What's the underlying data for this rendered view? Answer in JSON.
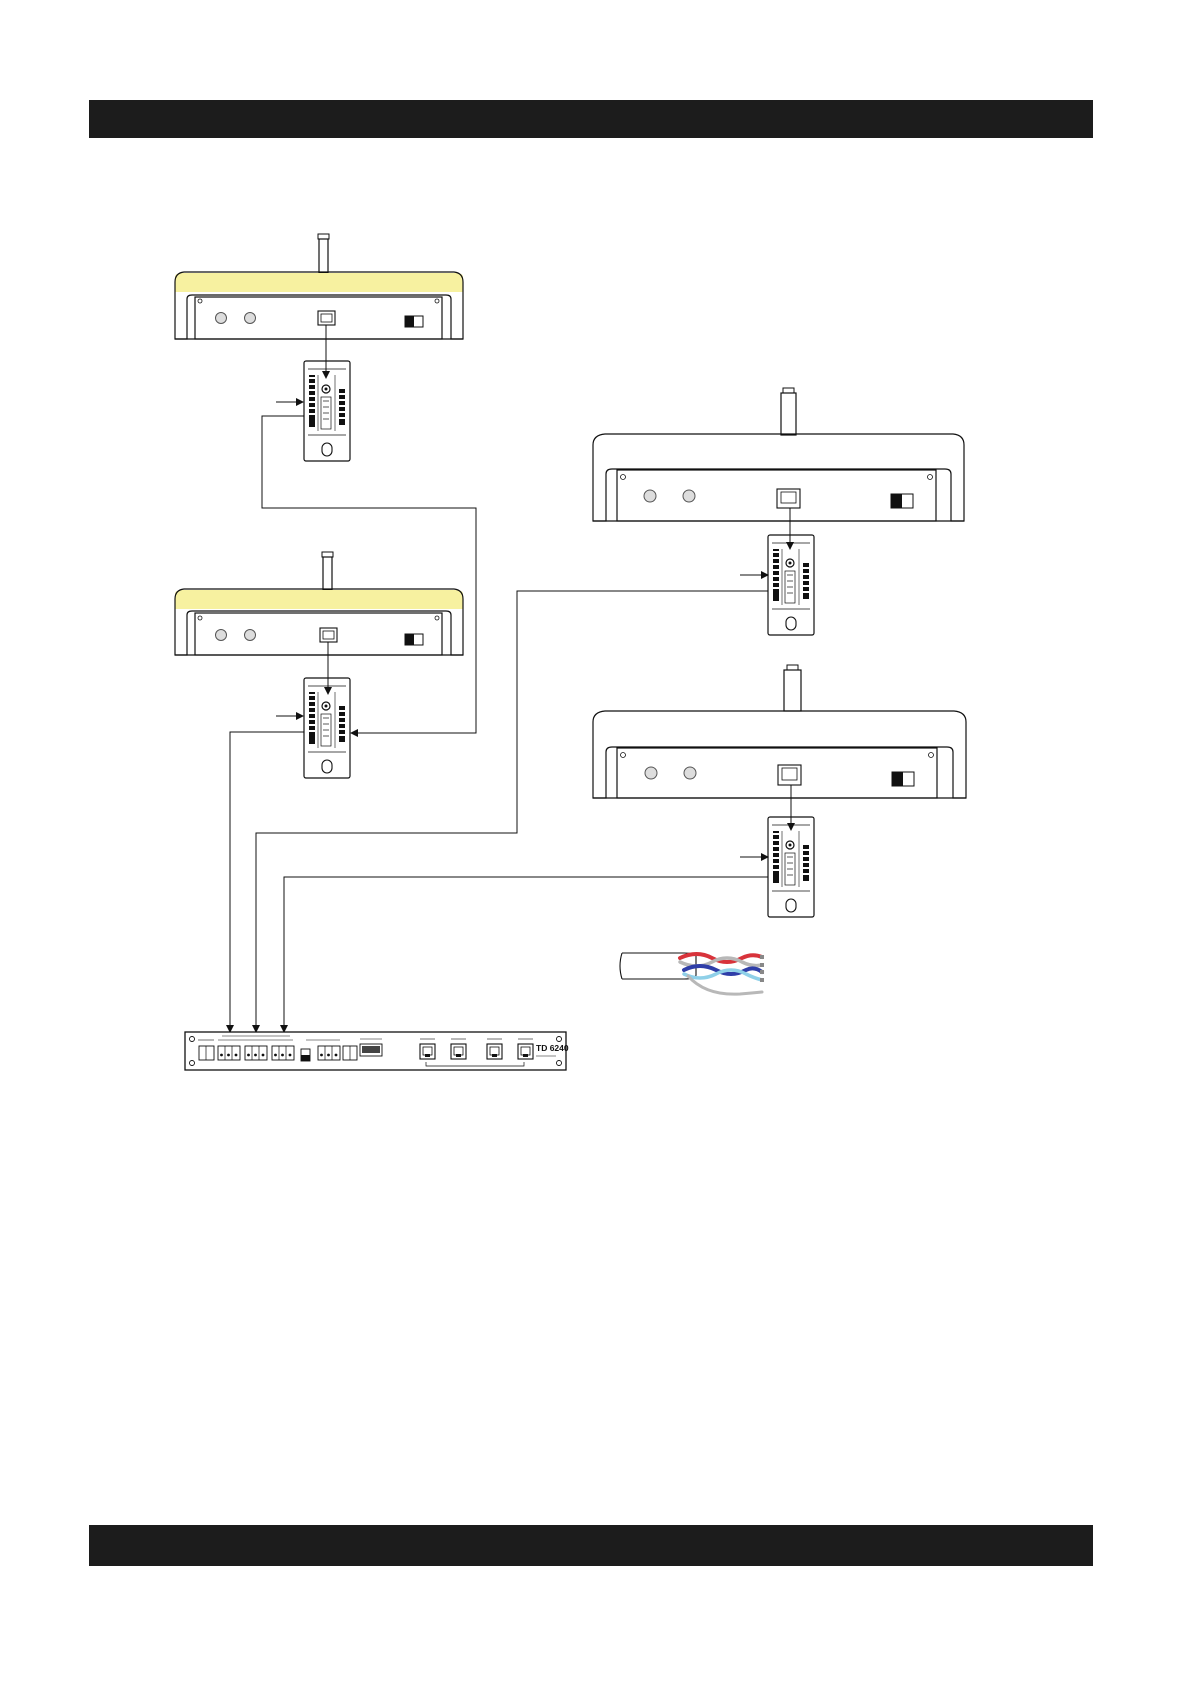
{
  "rack_unit": {
    "model_label": "TD 6240"
  },
  "colors": {
    "accent_yellow": "#f7f1a0",
    "wire_red": "#d8333b",
    "wire_blue": "#2f3ea8",
    "wire_light_blue": "#8fd0e8",
    "wire_grey": "#b8b8b8",
    "header_bar": "#1c1c1c"
  },
  "consoles": [
    {
      "id": "console-1",
      "highlighted": true
    },
    {
      "id": "console-2",
      "highlighted": true
    },
    {
      "id": "console-3",
      "highlighted": false
    },
    {
      "id": "console-4",
      "highlighted": false
    }
  ]
}
